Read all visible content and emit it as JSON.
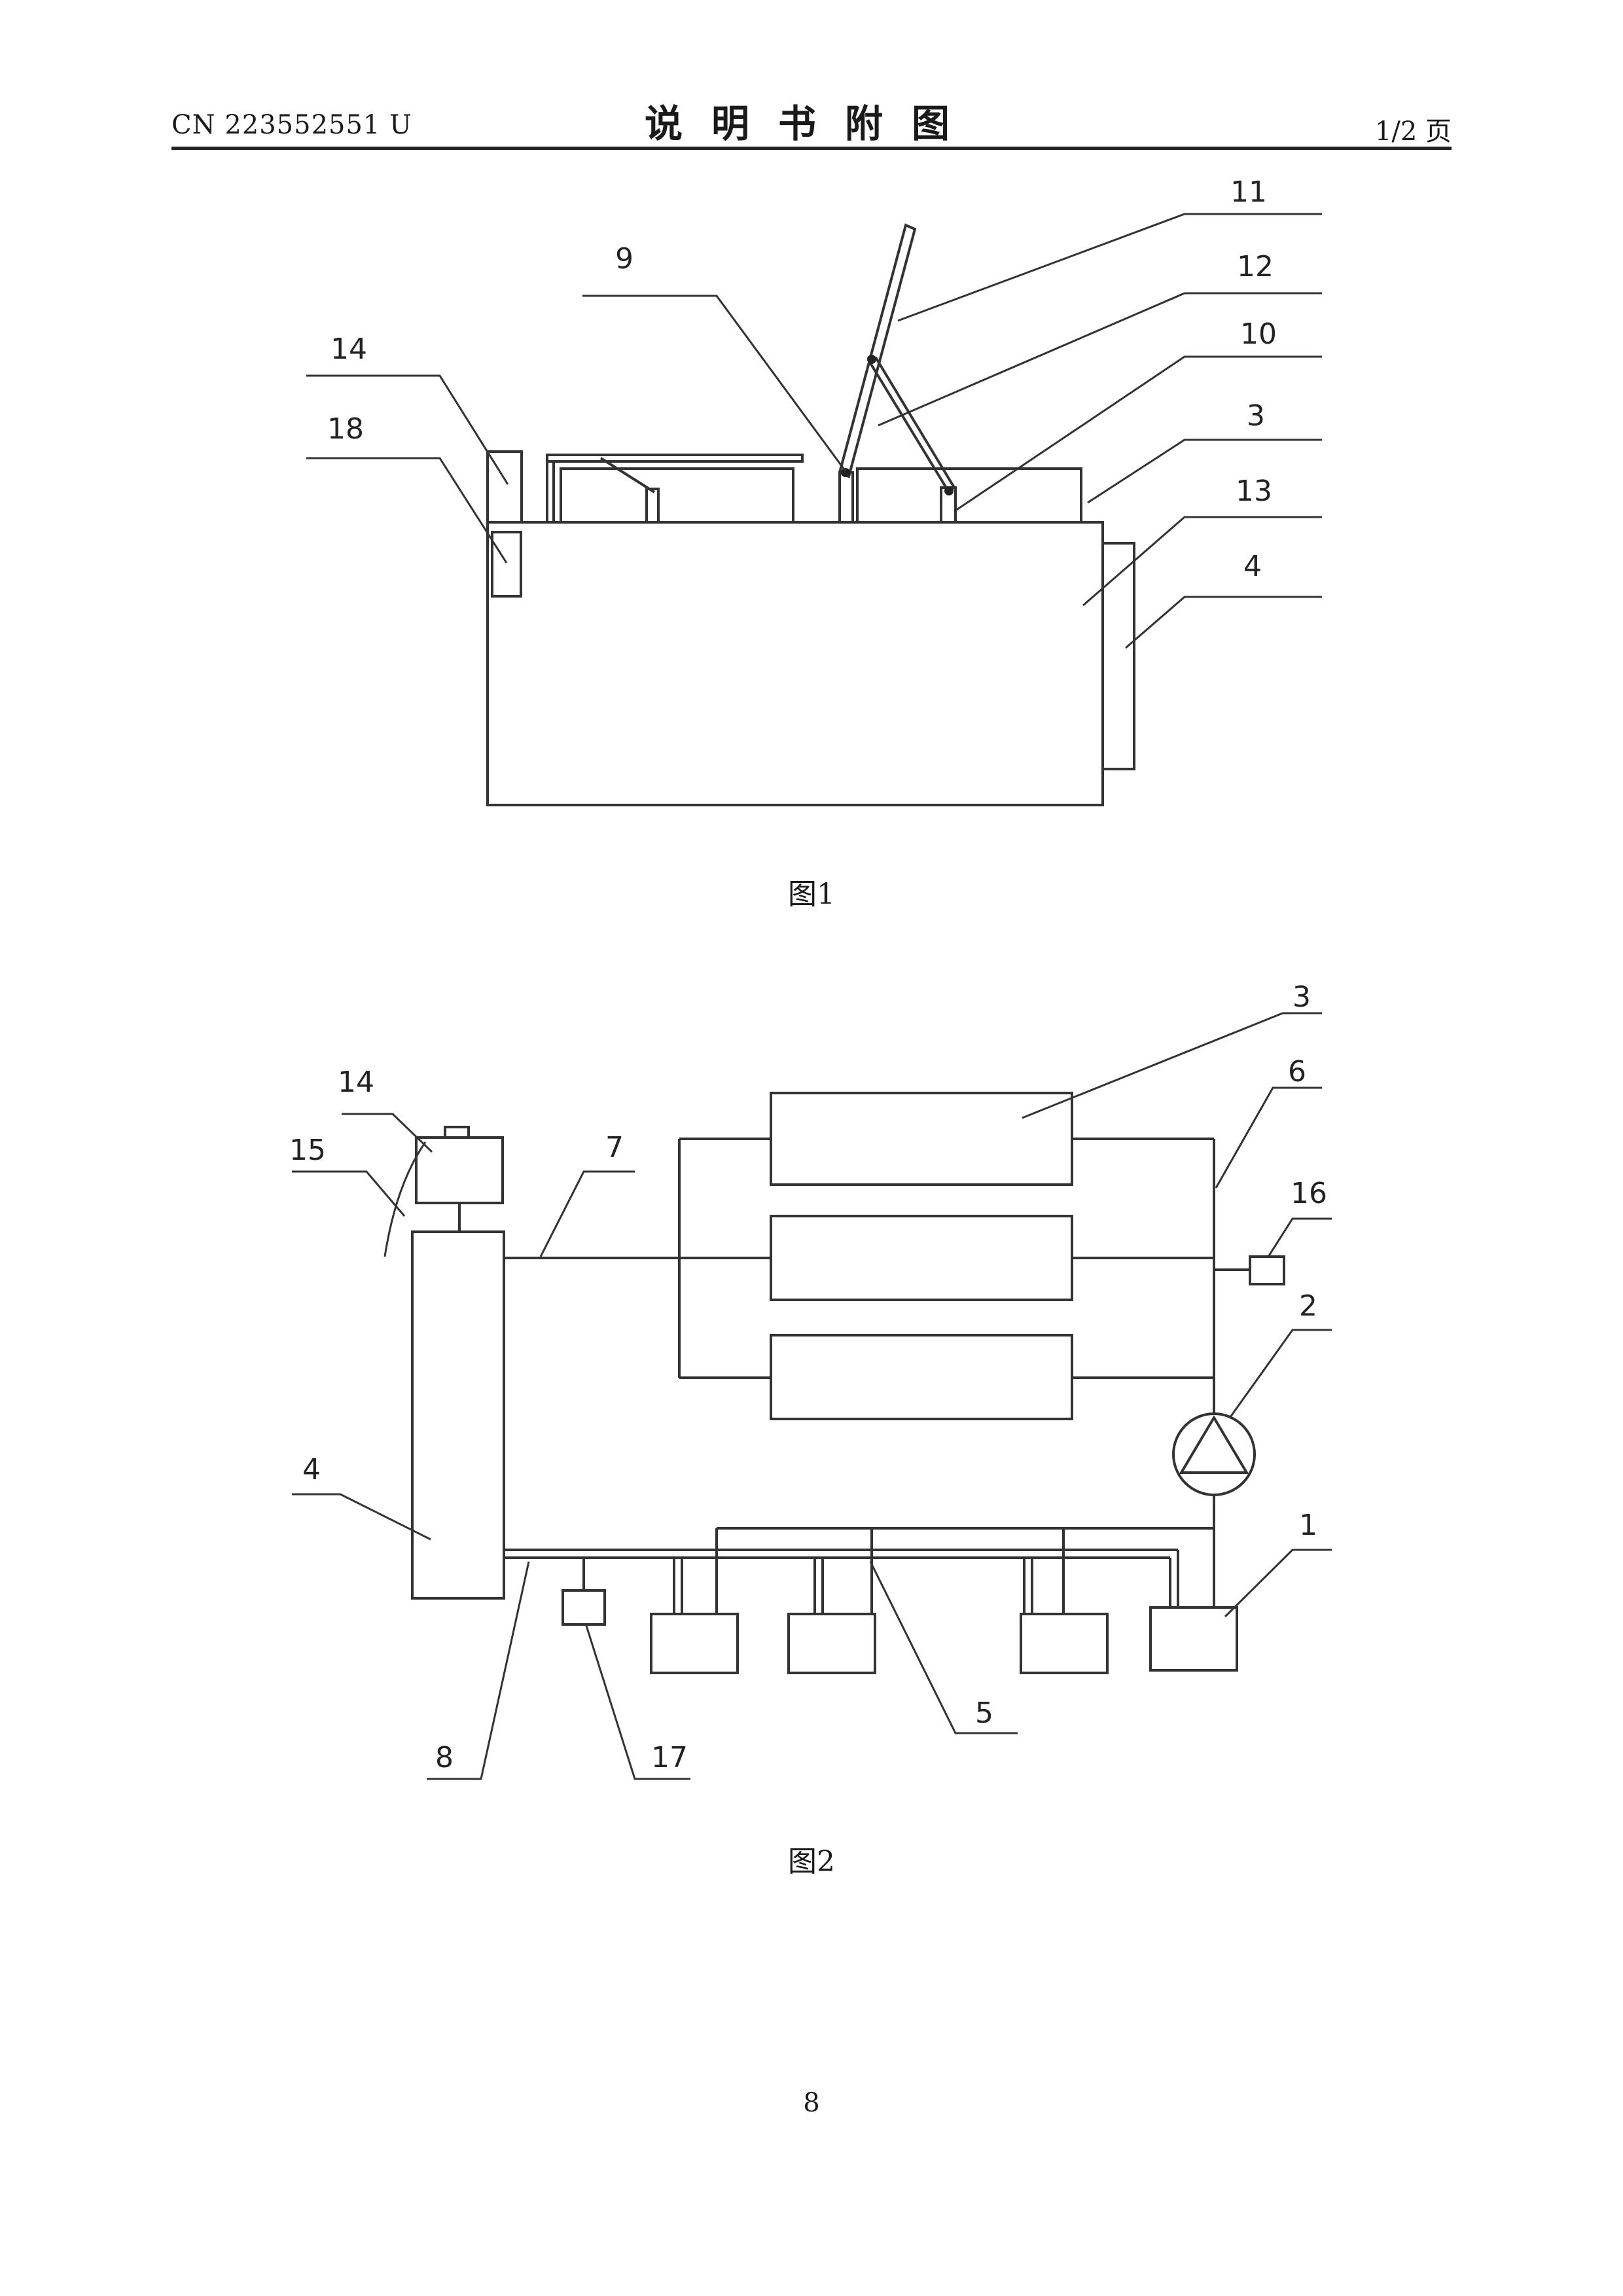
{
  "header": {
    "doc_number": "CN 223552551 U",
    "title": "说明书附图",
    "page_info": "1/2 页"
  },
  "figure1": {
    "caption": "图1",
    "labels": {
      "l11": "11",
      "l9": "9",
      "l12": "12",
      "l10": "10",
      "l14": "14",
      "l3": "3",
      "l18": "18",
      "l13": "13",
      "l4": "4"
    }
  },
  "figure2": {
    "caption": "图2",
    "labels": {
      "l3": "3",
      "l14": "14",
      "l6": "6",
      "l15": "15",
      "l7": "7",
      "l16": "16",
      "l2": "2",
      "l4": "4",
      "l1": "1",
      "l5": "5",
      "l8": "8",
      "l17": "17"
    }
  },
  "footer": {
    "page_number": "8"
  }
}
